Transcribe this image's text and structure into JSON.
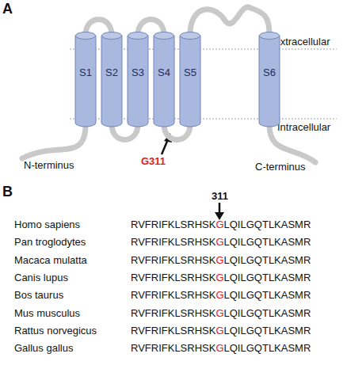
{
  "diagram": {
    "nodes": [
      {
        "text": [
          "S1"
        ]
      },
      {
        "text": [
          "S2"
        ]
      },
      {
        "text": [
          "S3"
        ]
      },
      {
        "text": [
          "S4"
        ]
      },
      {
        "text": [
          "S5"
        ]
      },
      {
        "text": [
          "S6"
        ]
      }
    ],
    "edges": [
      {
        "from": 0,
        "to": 1,
        "arrow": "none"
      },
      {
        "from": 1,
        "to": 2,
        "arrow": "none"
      },
      {
        "from": 2,
        "to": 3,
        "arrow": "none"
      },
      {
        "from": 3,
        "to": 4,
        "arrow": "none"
      },
      {
        "from": 4,
        "to": 5,
        "arrow": "none"
      }
    ],
    "labels": [
      "A",
      "Extracellular",
      "Intracellular",
      "G311",
      "N-terminus",
      "C-terminus",
      "B",
      "311",
      "Homo sapiens",
      "RVFRIFKLSRHSKGLQILGQTLKASMR",
      "Pan troglodytes",
      "RVFRIFKLSRHSKGLQILGQTLKASMR",
      "Macaca mulatta",
      "RVFRIFKLSRHSKGLQILGQTLKASMR",
      "Canis lupus",
      "RVFRIFKLSRHSKGLQILGQTLKASMR",
      "Bos taurus",
      "RVFRIFKLSRHSKGLQILGQTLKASMR",
      "Mus musculus",
      "RVFRIFKLSRHSKGLQILGQTLKASMR",
      "Rattus norvegicus",
      "RVFRIFKLSRHSKGLQILGQTLKASMR",
      "Gallus gallus",
      "RVFRIFKLSRHSKGLQILGQTLKASMR"
    ]
  }
}
